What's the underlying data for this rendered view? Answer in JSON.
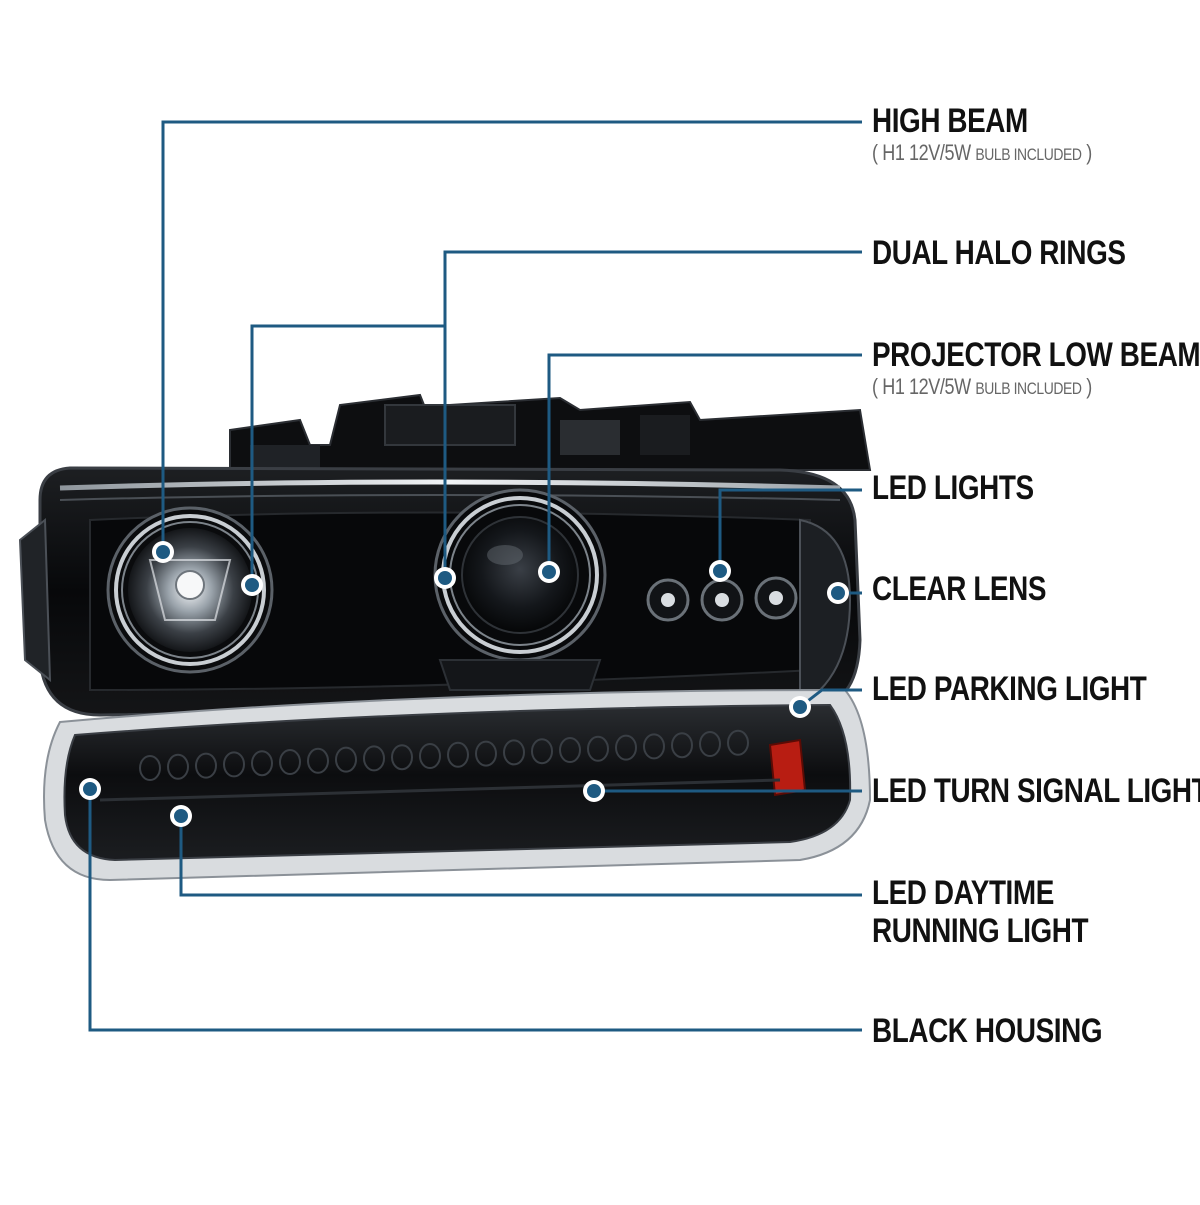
{
  "colors": {
    "callout_line": "#1e5a82",
    "dot_fill": "#1e5a82",
    "dot_ring": "#ffffff",
    "label_text": "#111111",
    "sub_text": "#666666",
    "housing": "#0b0b0c"
  },
  "labels": {
    "high_beam": "HIGH BEAM",
    "high_beam_sub_open": "( H1 12V/5W ",
    "high_beam_sub_small": "BULB INCLUDED",
    "high_beam_sub_close": " )",
    "dual_halo": "DUAL HALO RINGS",
    "projector": "PROJECTOR LOW BEAM",
    "projector_sub_open": "( H1 12V/5W ",
    "projector_sub_small": "BULB INCLUDED",
    "projector_sub_close": " )",
    "led_lights": "LED LIGHTS",
    "clear_lens": "CLEAR LENS",
    "parking": "LED PARKING LIGHT",
    "turn_signal": "LED TURN SIGNAL LIGHT",
    "drl_line1": "LED DAYTIME",
    "drl_line2": "RUNNING LIGHT",
    "black_housing": "BLACK HOUSING"
  }
}
